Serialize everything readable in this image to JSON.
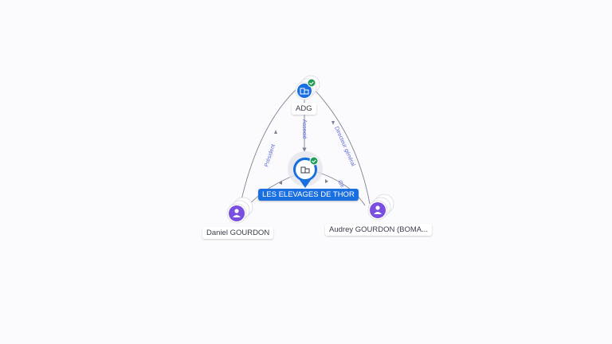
{
  "nodes": {
    "center": {
      "label": "LES ELEVAGES DE THOR",
      "type": "company",
      "verified": true
    },
    "adg": {
      "label": "ADG",
      "type": "company",
      "verified": true
    },
    "daniel": {
      "label": "Daniel GOURDON",
      "type": "person"
    },
    "audrey": {
      "label": "Audrey GOURDON (BOMA...",
      "type": "person"
    }
  },
  "edges": {
    "adg_center": "Associé",
    "daniel_adg": "Président",
    "audrey_adg": "Directeur général",
    "audrey_center": "Gé"
  },
  "colors": {
    "company_blue": "#1a6fe0",
    "person_purple": "#7a4fe0",
    "verified_green": "#1f9d55",
    "edge_gray": "#7d8194"
  }
}
